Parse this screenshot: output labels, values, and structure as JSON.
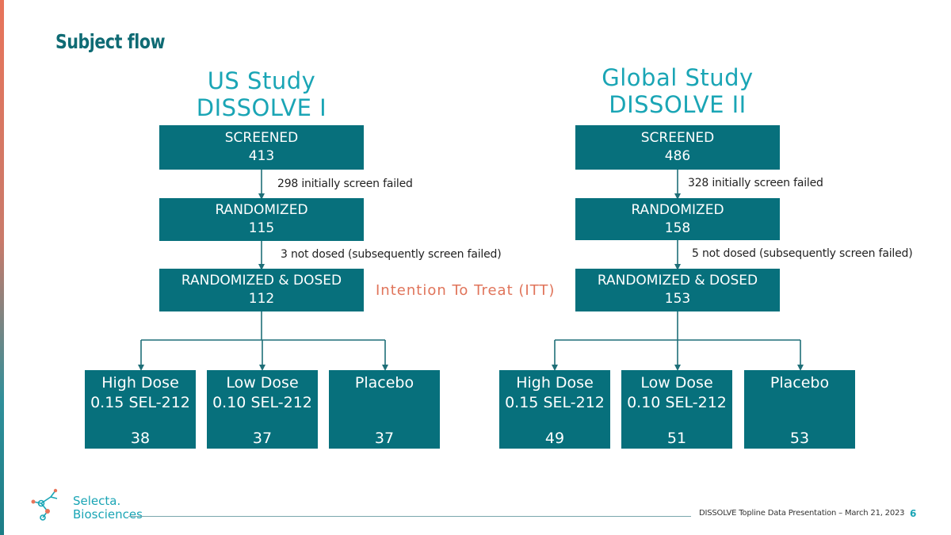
{
  "title": "Subject flow",
  "studies": [
    {
      "heading_line1": "US Study",
      "heading_line2": "DISSOLVE I",
      "screened_label": "SCREENED",
      "screened_value": "413",
      "screen_fail_note": "298 initially screen failed",
      "randomized_label": "RANDOMIZED",
      "randomized_value": "115",
      "not_dosed_note": "3 not dosed (subsequently screen failed)",
      "dosed_label": "RANDOMIZED & DOSED",
      "dosed_value": "112",
      "arms": [
        {
          "line1": "High Dose",
          "line2": "0.15 SEL-212",
          "n": "38"
        },
        {
          "line1": "Low Dose",
          "line2": "0.10 SEL-212",
          "n": "37"
        },
        {
          "line1": "Placebo",
          "line2": "",
          "n": "37"
        }
      ]
    },
    {
      "heading_line1": "Global Study",
      "heading_line2": "DISSOLVE II",
      "screened_label": "SCREENED",
      "screened_value": "486",
      "screen_fail_note": "328 initially screen failed",
      "randomized_label": "RANDOMIZED",
      "randomized_value": "158",
      "not_dosed_note": "5 not dosed (subsequently screen failed)",
      "dosed_label": "RANDOMIZED & DOSED",
      "dosed_value": "153",
      "arms": [
        {
          "line1": "High Dose",
          "line2": "0.15 SEL-212",
          "n": "49"
        },
        {
          "line1": "Low Dose",
          "line2": "0.10 SEL-212",
          "n": "51"
        },
        {
          "line1": "Placebo",
          "line2": "",
          "n": "53"
        }
      ]
    }
  ],
  "itt_label": "Intention To Treat (ITT)",
  "footer": {
    "text": "DISSOLVE Topline Data  Presentation – March 21, 2023",
    "page_number": "6"
  },
  "logo": {
    "line1": "Selecta.",
    "line2": "Biosciences"
  },
  "colors": {
    "box_fill": "#07707c",
    "study_heading": "#1aa5b5",
    "itt_text": "#e0745a",
    "title": "#0f6b74"
  }
}
